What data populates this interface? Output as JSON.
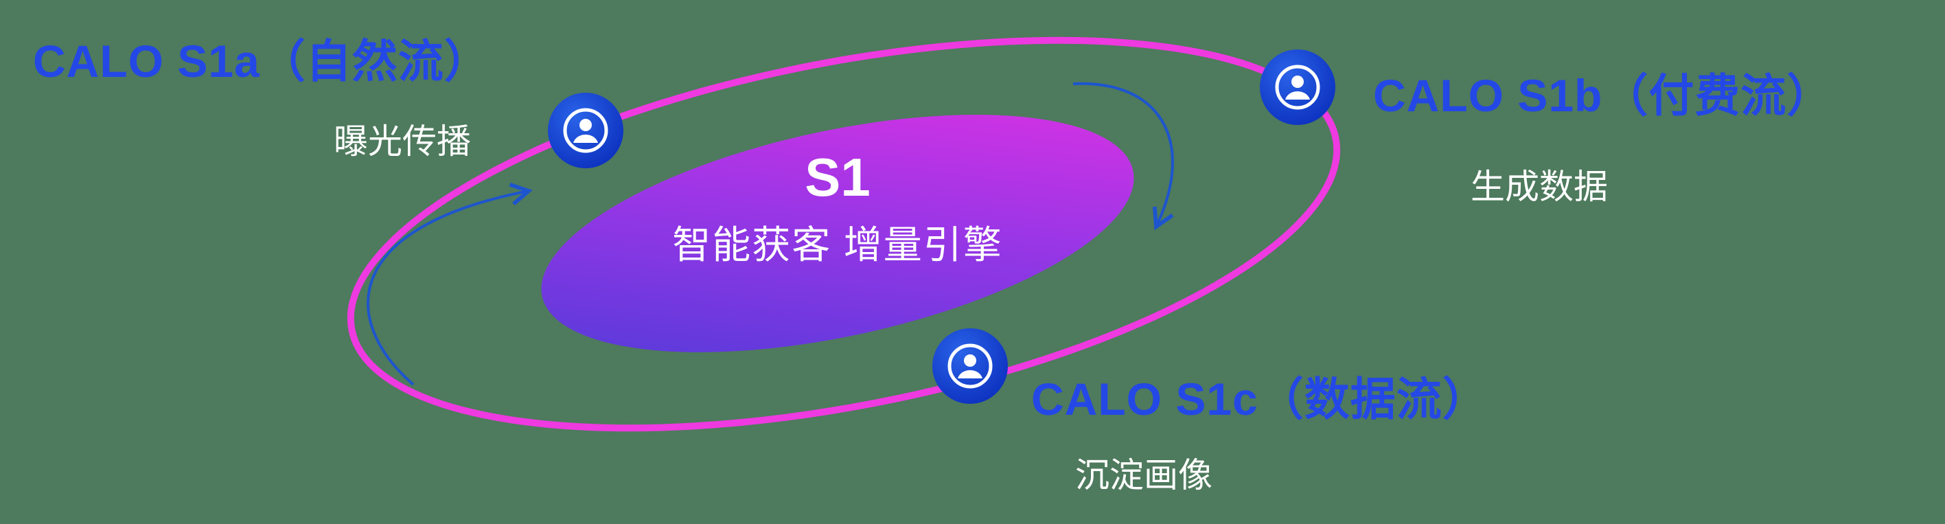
{
  "canvas": {
    "background": "#4e7a5d"
  },
  "center": {
    "title": "S1",
    "subtitle": "智能获客  增量引擎"
  },
  "nodes": [
    {
      "id": "s1a",
      "title": "CALO S1a（自然流）",
      "subtitle": "曝光传播"
    },
    {
      "id": "s1b",
      "title": "CALO S1b（付费流）",
      "subtitle": "生成数据"
    },
    {
      "id": "s1c",
      "title": "CALO S1c（数据流）",
      "subtitle": "沉淀画像"
    }
  ],
  "icons": {
    "badge_icon": "user-in-circle-icon"
  },
  "colors": {
    "bg_green": "#4e7a5d",
    "label_blue": "#2448e6",
    "orbit_pink": "#ee3ae0",
    "core_gradient_start": "#4b3bd8",
    "core_gradient_mid": "#9b36e6",
    "core_gradient_end": "#e331e3",
    "badge_blue_light": "#2a63e8",
    "badge_blue_dark": "#0e34c2",
    "arrow_blue": "#1d55cf",
    "text_white": "#ffffff"
  }
}
